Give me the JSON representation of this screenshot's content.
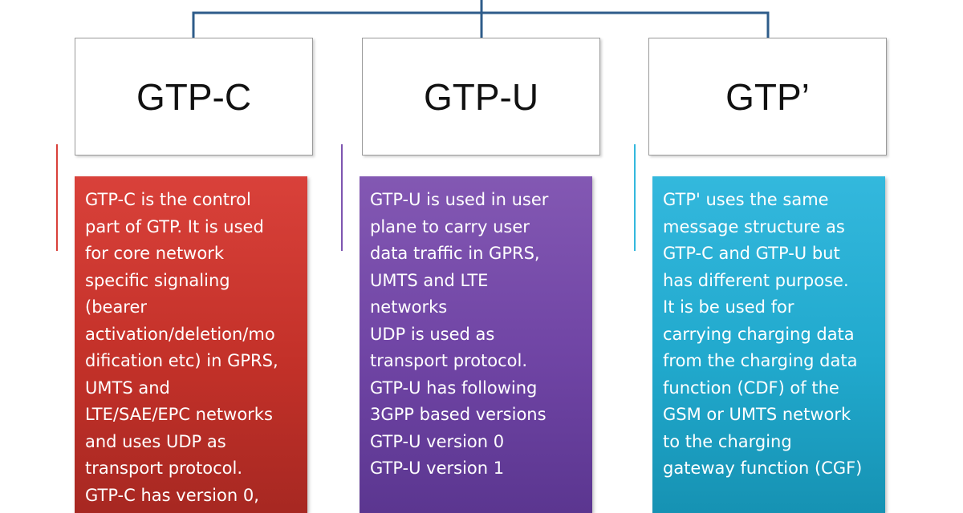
{
  "colors": {
    "connector": "#2e5c8a",
    "red": "#c33129",
    "purple": "#6f44a4",
    "teal": "#21a9cd"
  },
  "columns": [
    {
      "title": "GTP-C",
      "description": "GTP-C  is the control\npart of GTP. It is used\nfor core network\nspecific signaling\n(bearer\nactivation/deletion/mo\ndification etc) in GPRS,\nUMTS and\nLTE/SAE/EPC networks\nand uses UDP as\ntransport protocol.\nGTP-C has version 0,"
    },
    {
      "title": "GTP-U",
      "description": "GTP-U is used in user\nplane to carry user\ndata traffic in GPRS,\nUMTS and LTE\nnetworks\nUDP is used as\ntransport protocol.\nGTP-U has following\n3GPP based versions\nGTP-U version 0\nGTP-U version 1"
    },
    {
      "title": "GTP’",
      "description": "GTP' uses the same\nmessage structure as\nGTP-C and GTP-U but\nhas different purpose.\nIt is be used for\ncarrying charging data\nfrom the charging data\nfunction (CDF) of the\nGSM or UMTS network\nto the charging\ngateway function (CGF)"
    }
  ]
}
